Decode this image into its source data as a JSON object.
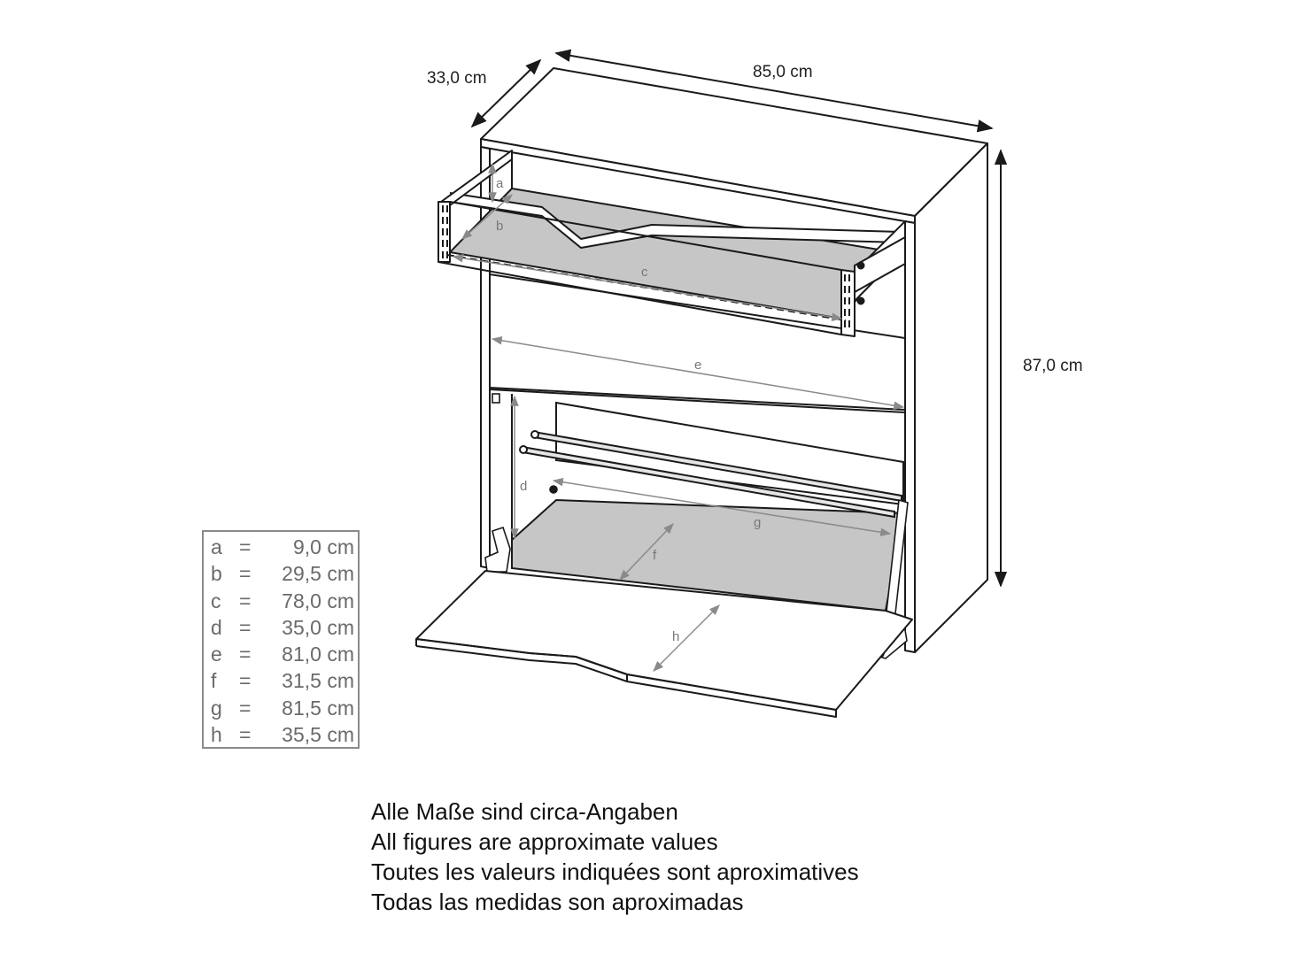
{
  "overall": {
    "depth": "33,0 cm",
    "width": "85,0 cm",
    "height": "87,0 cm"
  },
  "inner_labels": [
    "a",
    "b",
    "c",
    "d",
    "e",
    "f",
    "g",
    "h"
  ],
  "legend": [
    {
      "key": "a",
      "eq": "=",
      "value": "9,0 cm"
    },
    {
      "key": "b",
      "eq": "=",
      "value": "29,5 cm"
    },
    {
      "key": "c",
      "eq": "=",
      "value": "78,0 cm"
    },
    {
      "key": "d",
      "eq": "=",
      "value": "35,0 cm"
    },
    {
      "key": "e",
      "eq": "=",
      "value": "81,0 cm"
    },
    {
      "key": "f",
      "eq": "=",
      "value": "31,5 cm"
    },
    {
      "key": "g",
      "eq": "=",
      "value": "81,5 cm"
    },
    {
      "key": "h",
      "eq": "=",
      "value": "35,5 cm"
    }
  ],
  "notes": [
    "Alle Maße sind circa-Angaben",
    "All figures are approximate values",
    "Toutes les valeurs indiquées sont aproximatives",
    "Todas las medidas son aproximadas"
  ],
  "colors": {
    "line": "#1a1a1a",
    "fill_grey": "#c6c6c6",
    "dim_grey": "#8a8a8a"
  }
}
